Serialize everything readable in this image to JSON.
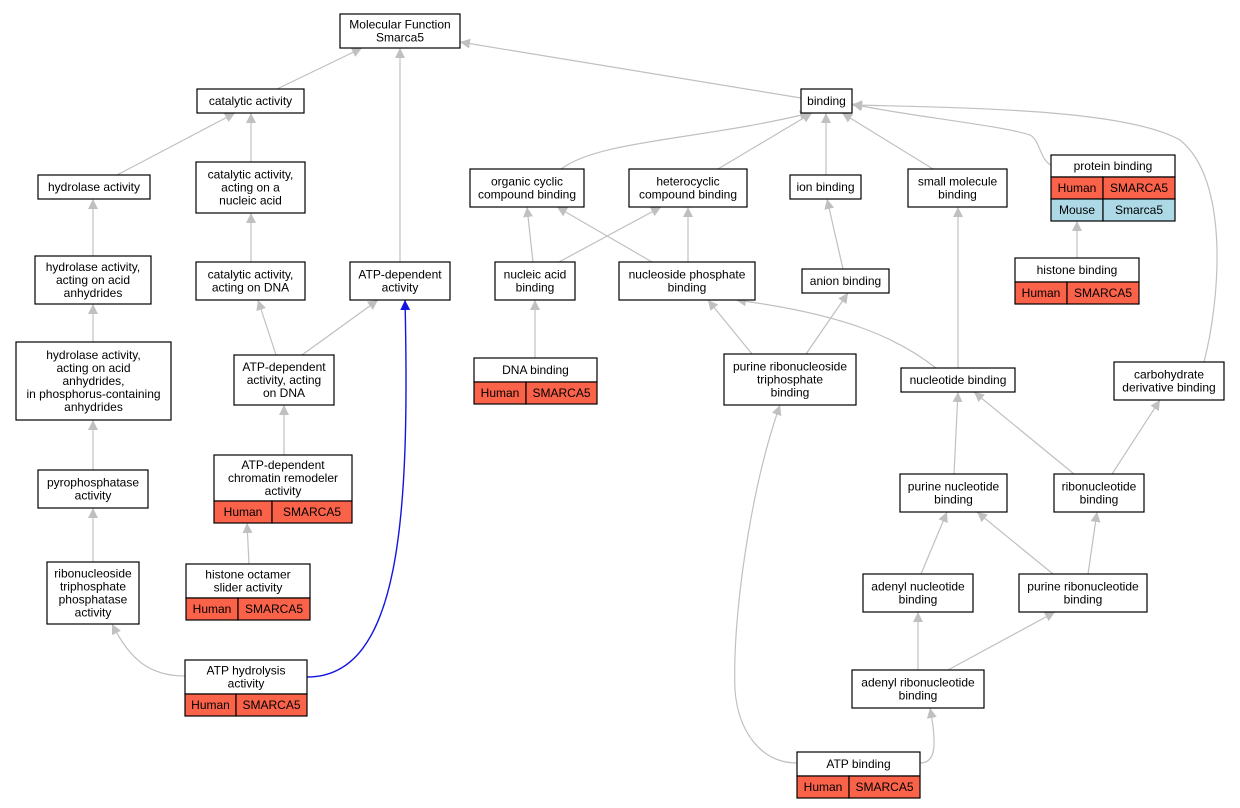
{
  "graph": {
    "colors": {
      "human": "#fa6249",
      "mouse": "#add8e6",
      "edge": "#c0c0c0",
      "highlight_edge": "#1414e0"
    },
    "nodes": [
      {
        "id": "mf",
        "lines": [
          "Molecular Function",
          "Smarca5"
        ]
      },
      {
        "id": "catalytic",
        "lines": [
          "catalytic activity"
        ]
      },
      {
        "id": "binding",
        "lines": [
          "binding"
        ]
      },
      {
        "id": "hydrolase",
        "lines": [
          "hydrolase activity"
        ]
      },
      {
        "id": "cat_nucleic",
        "lines": [
          "catalytic activity,",
          "acting on a",
          "nucleic acid"
        ]
      },
      {
        "id": "organic_cyclic",
        "lines": [
          "organic cyclic",
          "compound binding"
        ]
      },
      {
        "id": "heterocyclic",
        "lines": [
          "heterocyclic",
          "compound binding"
        ]
      },
      {
        "id": "ion",
        "lines": [
          "ion binding"
        ]
      },
      {
        "id": "small_mol",
        "lines": [
          "small molecule",
          "binding"
        ]
      },
      {
        "id": "protein",
        "lines": [
          "protein binding"
        ],
        "rows": [
          {
            "org": "Human",
            "gene": "SMARCA5"
          },
          {
            "org": "Mouse",
            "gene": "Smarca5"
          }
        ]
      },
      {
        "id": "hydro_acid",
        "lines": [
          "hydrolase activity,",
          "acting on acid",
          "anhydrides"
        ]
      },
      {
        "id": "cat_dna",
        "lines": [
          "catalytic activity,",
          "acting on DNA"
        ]
      },
      {
        "id": "atp_dep",
        "lines": [
          "ATP-dependent",
          "activity"
        ]
      },
      {
        "id": "nucleic_acid",
        "lines": [
          "nucleic acid",
          "binding"
        ]
      },
      {
        "id": "nucleoside_p",
        "lines": [
          "nucleoside phosphate",
          "binding"
        ]
      },
      {
        "id": "anion",
        "lines": [
          "anion binding"
        ]
      },
      {
        "id": "histone",
        "lines": [
          "histone binding"
        ],
        "rows": [
          {
            "org": "Human",
            "gene": "SMARCA5"
          }
        ]
      },
      {
        "id": "hydro_phos",
        "lines": [
          "hydrolase activity,",
          "acting on acid",
          "anhydrides,",
          "in phosphorus-containing",
          "anhydrides"
        ]
      },
      {
        "id": "atp_dep_dna",
        "lines": [
          "ATP-dependent",
          "activity, acting",
          "on DNA"
        ]
      },
      {
        "id": "dna_binding",
        "lines": [
          "DNA binding"
        ],
        "rows": [
          {
            "org": "Human",
            "gene": "SMARCA5"
          }
        ]
      },
      {
        "id": "purine_ntp",
        "lines": [
          "purine ribonucleoside",
          "triphosphate",
          "binding"
        ]
      },
      {
        "id": "nucleotide",
        "lines": [
          "nucleotide binding"
        ]
      },
      {
        "id": "carb",
        "lines": [
          "carbohydrate",
          "derivative binding"
        ]
      },
      {
        "id": "pyrophos",
        "lines": [
          "pyrophosphatase",
          "activity"
        ]
      },
      {
        "id": "remodeler",
        "lines": [
          "ATP-dependent",
          "chromatin remodeler",
          "activity"
        ],
        "rows": [
          {
            "org": "Human",
            "gene": "SMARCA5"
          }
        ]
      },
      {
        "id": "purine_nt",
        "lines": [
          "purine nucleotide",
          "binding"
        ]
      },
      {
        "id": "ribonucleotide",
        "lines": [
          "ribonucleotide",
          "binding"
        ]
      },
      {
        "id": "ntpase",
        "lines": [
          "ribonucleoside",
          "triphosphate",
          "phosphatase",
          "activity"
        ]
      },
      {
        "id": "octamer",
        "lines": [
          "histone octamer",
          "slider activity"
        ],
        "rows": [
          {
            "org": "Human",
            "gene": "SMARCA5"
          }
        ]
      },
      {
        "id": "adenyl_nt",
        "lines": [
          "adenyl nucleotide",
          "binding"
        ]
      },
      {
        "id": "purine_rnt",
        "lines": [
          "purine ribonucleotide",
          "binding"
        ]
      },
      {
        "id": "atp_hydrolysis",
        "lines": [
          "ATP hydrolysis",
          "activity"
        ],
        "rows": [
          {
            "org": "Human",
            "gene": "SMARCA5"
          }
        ]
      },
      {
        "id": "adenyl_rnt",
        "lines": [
          "adenyl ribonucleotide",
          "binding"
        ]
      },
      {
        "id": "atp_binding",
        "lines": [
          "ATP binding"
        ],
        "rows": [
          {
            "org": "Human",
            "gene": "SMARCA5"
          }
        ]
      }
    ],
    "edges": [
      {
        "from": "catalytic",
        "to": "mf"
      },
      {
        "from": "atp_dep",
        "to": "mf"
      },
      {
        "from": "binding",
        "to": "mf"
      },
      {
        "from": "hydrolase",
        "to": "catalytic"
      },
      {
        "from": "cat_nucleic",
        "to": "catalytic"
      },
      {
        "from": "hydro_acid",
        "to": "hydrolase"
      },
      {
        "from": "hydro_phos",
        "to": "hydro_acid"
      },
      {
        "from": "pyrophos",
        "to": "hydro_phos"
      },
      {
        "from": "ntpase",
        "to": "pyrophos"
      },
      {
        "from": "atp_hydrolysis",
        "to": "ntpase"
      },
      {
        "from": "cat_dna",
        "to": "cat_nucleic"
      },
      {
        "from": "atp_dep_dna",
        "to": "cat_dna"
      },
      {
        "from": "atp_dep_dna",
        "to": "atp_dep"
      },
      {
        "from": "remodeler",
        "to": "atp_dep_dna"
      },
      {
        "from": "octamer",
        "to": "remodeler"
      },
      {
        "from": "atp_hydrolysis",
        "to": "atp_dep",
        "highlight": true
      },
      {
        "from": "organic_cyclic",
        "to": "binding"
      },
      {
        "from": "heterocyclic",
        "to": "binding"
      },
      {
        "from": "ion",
        "to": "binding"
      },
      {
        "from": "small_mol",
        "to": "binding"
      },
      {
        "from": "protein",
        "to": "binding"
      },
      {
        "from": "carb",
        "to": "binding"
      },
      {
        "from": "nucleic_acid",
        "to": "organic_cyclic"
      },
      {
        "from": "nucleic_acid",
        "to": "heterocyclic"
      },
      {
        "from": "nucleoside_p",
        "to": "organic_cyclic"
      },
      {
        "from": "nucleoside_p",
        "to": "heterocyclic"
      },
      {
        "from": "dna_binding",
        "to": "nucleic_acid"
      },
      {
        "from": "anion",
        "to": "ion"
      },
      {
        "from": "purine_ntp",
        "to": "anion"
      },
      {
        "from": "purine_ntp",
        "to": "nucleoside_p"
      },
      {
        "from": "nucleotide",
        "to": "nucleoside_p"
      },
      {
        "from": "nucleotide",
        "to": "small_mol"
      },
      {
        "from": "histone",
        "to": "protein"
      },
      {
        "from": "purine_nt",
        "to": "nucleotide"
      },
      {
        "from": "ribonucleotide",
        "to": "nucleotide"
      },
      {
        "from": "ribonucleotide",
        "to": "carb"
      },
      {
        "from": "adenyl_nt",
        "to": "purine_nt"
      },
      {
        "from": "purine_rnt",
        "to": "purine_nt"
      },
      {
        "from": "purine_rnt",
        "to": "ribonucleotide"
      },
      {
        "from": "adenyl_rnt",
        "to": "adenyl_nt"
      },
      {
        "from": "adenyl_rnt",
        "to": "purine_rnt"
      },
      {
        "from": "atp_binding",
        "to": "adenyl_rnt"
      },
      {
        "from": "atp_binding",
        "to": "purine_ntp"
      }
    ]
  }
}
